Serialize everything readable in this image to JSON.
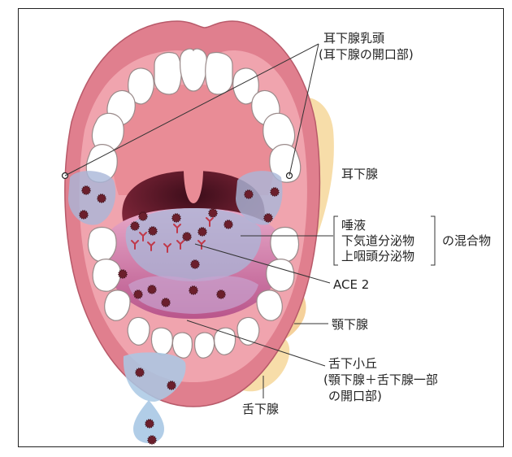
{
  "labels": {
    "parotid_papilla": "耳下腺乳頭",
    "parotid_opening": "(耳下腺の開口部)",
    "parotid_gland": "耳下腺",
    "mixture_items": [
      "唾液",
      "下気道分泌物",
      "上咽頭分泌物"
    ],
    "mixture_suffix": "の混合物",
    "ace2": "ACE 2",
    "submandibular_gland": "顎下腺",
    "sublingual_caruncle": "舌下小丘",
    "sublingual_caruncle_note1": "(顎下腺＋舌下腺一部",
    "sublingual_caruncle_note2": "の開口部)",
    "sublingual_gland": "舌下腺"
  },
  "colors": {
    "lip": "#e07f8e",
    "gum": "#f0a4ae",
    "palate": "#e98c96",
    "throat": "#7a2034",
    "tongue": "#cf6f9d",
    "saliva_pool": "#a9b7d8",
    "gland_yellow": "#f6d79a",
    "gland_orange": "#eea46a",
    "virus": "#6b1f2c",
    "ace2": "#c0394a"
  }
}
